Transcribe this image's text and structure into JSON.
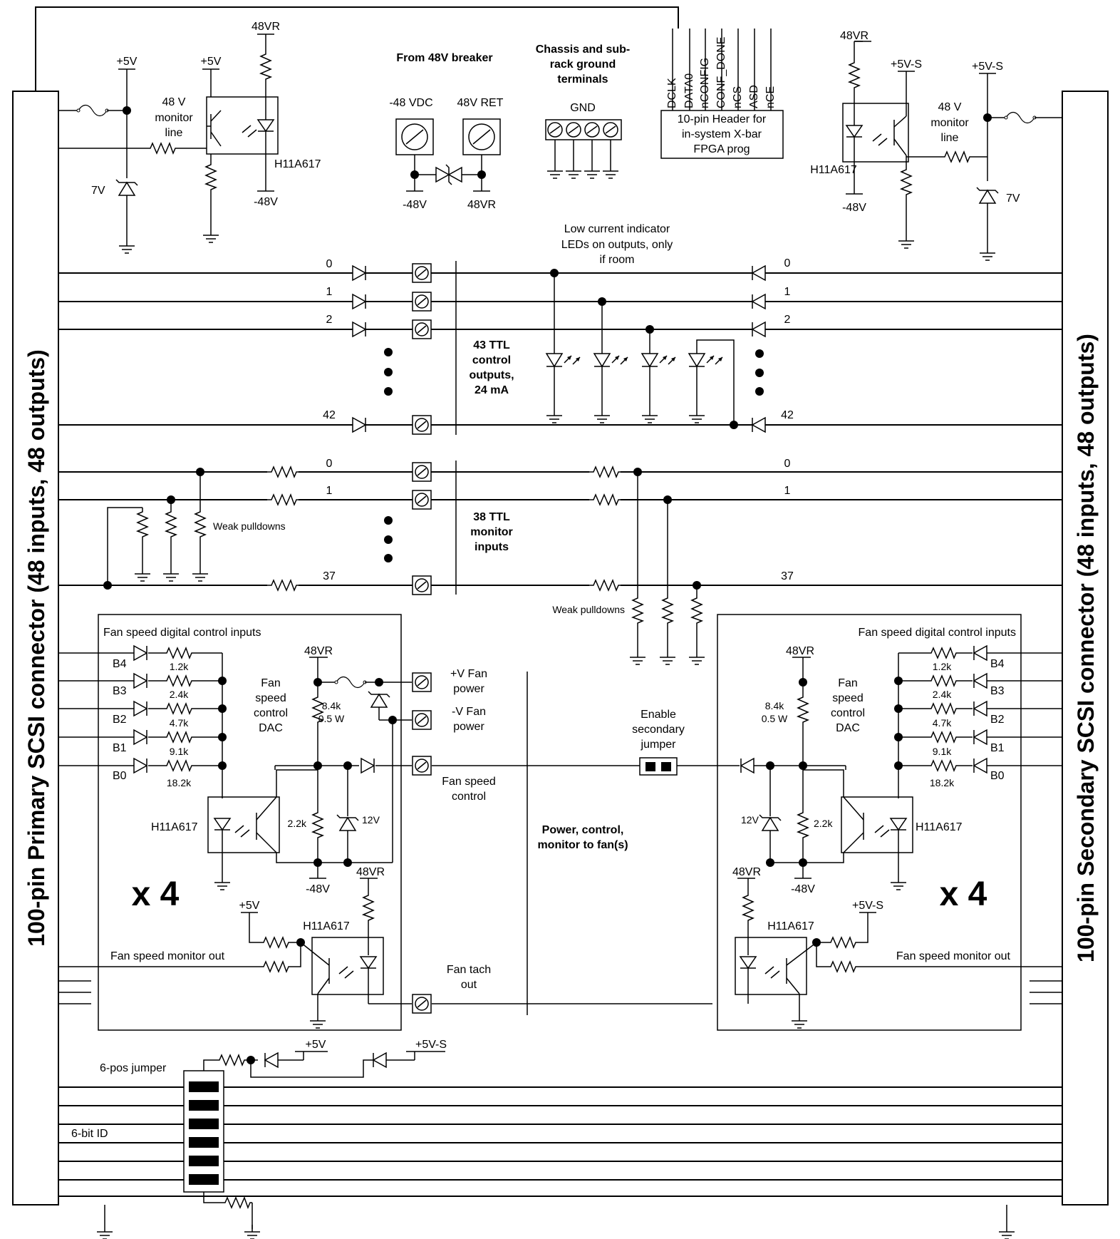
{
  "connectors": {
    "primary": "100-pin Primary SCSI connector (48 inputs, 48 outputs)",
    "secondary": "100-pin Secondary SCSI connector (48 inputs, 48 outputs)"
  },
  "supplies": {
    "p5v": "+5V",
    "p5vs": "+5V-S",
    "r48": "48VR",
    "m48": "-48V"
  },
  "monitor": {
    "line_label": [
      "48 V",
      "monitor",
      "line"
    ],
    "zener": "7V",
    "opto": "H11A617"
  },
  "breaker": {
    "title": "From 48V breaker",
    "vdc": "-48 VDC",
    "ret": "48V RET"
  },
  "ground": {
    "title": [
      "Chassis and sub-",
      "rack ground",
      "terminals"
    ],
    "gnd": "GND"
  },
  "header": {
    "pins": [
      "DCLK",
      "DATA0",
      "nCONFIG",
      "CONF_DONE",
      "nCS",
      "ASD",
      "nCE"
    ],
    "label": [
      "10-pin Header for",
      "in-system X-bar",
      "FPGA prog"
    ]
  },
  "leds": {
    "label": [
      "Low current indicator",
      "LEDs on outputs, only",
      "if room"
    ]
  },
  "outputs": {
    "label": [
      "43 TTL",
      "control",
      "outputs,",
      "24 mA"
    ],
    "nums": [
      "0",
      "1",
      "2",
      "42"
    ]
  },
  "inputs": {
    "label": [
      "38 TTL",
      "monitor",
      "inputs"
    ],
    "nums": [
      "0",
      "1",
      "37"
    ],
    "pulldowns": "Weak pulldowns"
  },
  "fan": {
    "inputs_title": "Fan speed digital control inputs",
    "bits": [
      "B4",
      "B3",
      "B2",
      "B1",
      "B0"
    ],
    "resistors": [
      "1.2k",
      "2.4k",
      "4.7k",
      "9.1k",
      "18.2k"
    ],
    "dac": [
      "Fan",
      "speed",
      "control",
      "DAC"
    ],
    "r_big": [
      "8.4k",
      "0.5 W"
    ],
    "r_small": "2.2k",
    "zener": "12V",
    "multiplier": "x 4",
    "monitor_out": "Fan speed monitor out",
    "vplus": [
      "+V Fan",
      "power"
    ],
    "vminus": [
      "-V Fan",
      "power"
    ],
    "control": [
      "Fan speed",
      "control"
    ],
    "tach": [
      "Fan tach",
      "out"
    ]
  },
  "middle": {
    "jumper": [
      "Enable",
      "secondary",
      "jumper"
    ],
    "note": [
      "Power, control,",
      "monitor to fan(s)"
    ]
  },
  "id": {
    "jumper": "6-pos jumper",
    "bits": "6-bit ID"
  }
}
